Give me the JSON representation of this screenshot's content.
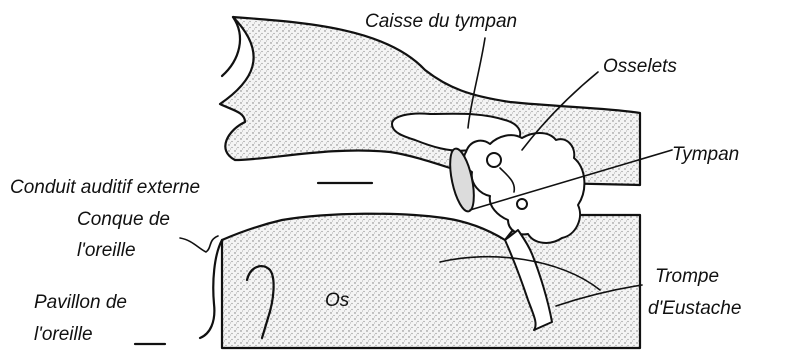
{
  "labels": {
    "caisse": "Caisse du tympan",
    "osselets": "Osselets",
    "tympan": "Tympan",
    "conduit": "Conduit auditif externe",
    "conque_line1": "Conque de",
    "conque_line2": "l'oreille",
    "pavillon_line1": "Pavillon de",
    "pavillon_line2": "l'oreille",
    "os": "Os",
    "trompe_line1": "Trompe",
    "trompe_line2": "d'Eustache"
  }
}
